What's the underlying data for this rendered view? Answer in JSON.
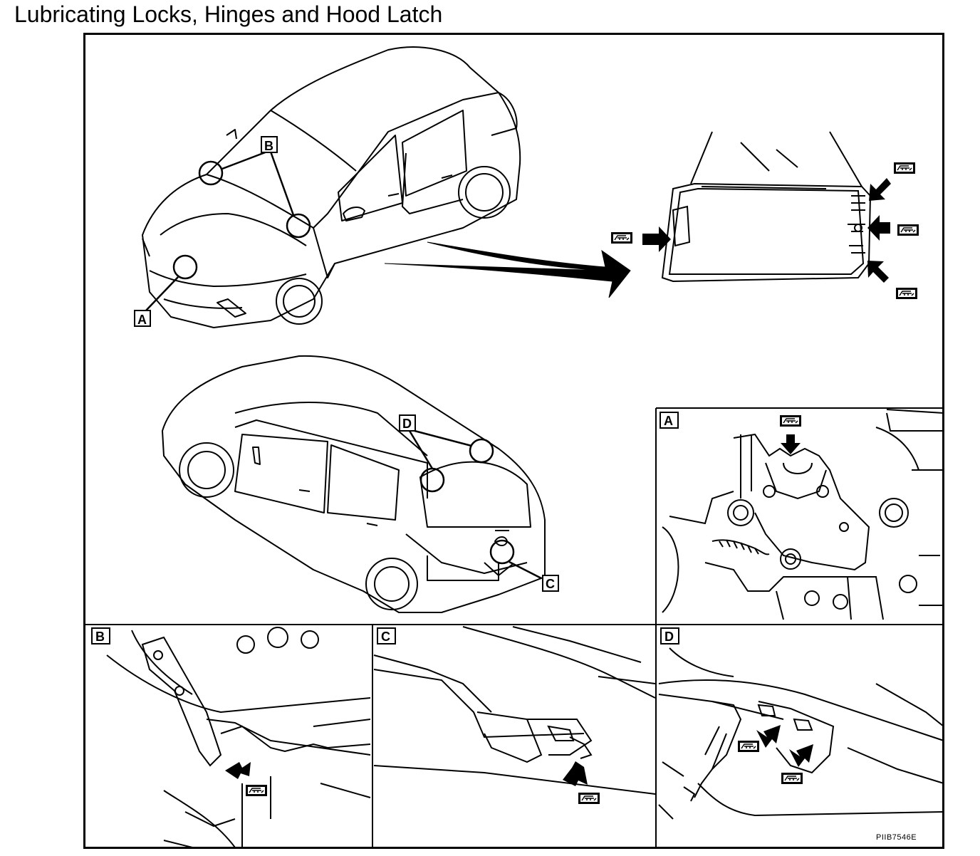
{
  "page": {
    "title": "Lubricating Locks, Hinges and Hood Latch",
    "figure_code": "PIIB7546E"
  },
  "callouts": {
    "a": "A",
    "b": "B",
    "c": "C",
    "d": "D"
  },
  "panels": {
    "a_label": "A",
    "b_label": "B",
    "c_label": "C",
    "d_label": "D"
  },
  "symbols": {
    "lubricant": "grease-symbol-icon",
    "arrow": "lubrication-point-arrow-icon"
  }
}
